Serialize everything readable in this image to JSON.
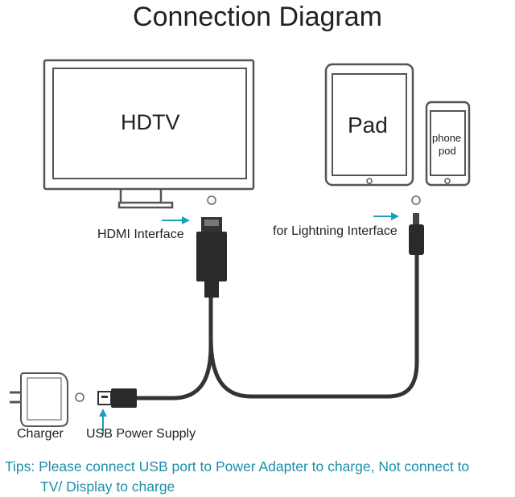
{
  "title": "Connection Diagram",
  "devices": {
    "tv_label": "HDTV",
    "pad_label": "Pad",
    "phone_label_line1": "phone",
    "phone_label_line2": "pod"
  },
  "labels": {
    "hdmi": "HDMI Interface",
    "lightning": "for Lightning Interface",
    "charger": "Charger",
    "usb": "USB Power Supply"
  },
  "tips": {
    "line1": "Tips: Please connect USB port to Power Adapter to charge, Not connect to",
    "line2": "TV/ Display to charge"
  },
  "colors": {
    "outline": "#555555",
    "cable": "#333333",
    "arrow": "#1a9fc0",
    "tips_text": "#1a8fa8"
  }
}
